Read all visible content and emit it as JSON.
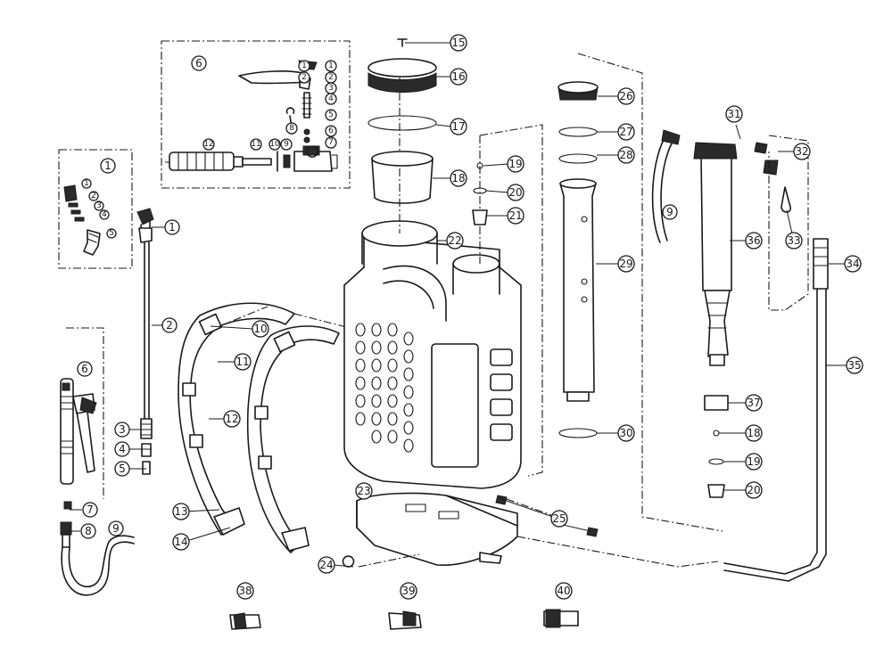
{
  "callouts": {
    "n1": "1",
    "n2": "2",
    "n3": "3",
    "n4": "4",
    "n5": "5",
    "n6": "6",
    "n7": "7",
    "n8": "8",
    "n9": "9",
    "n10": "10",
    "n11": "11",
    "n12": "12",
    "n13": "13",
    "n14": "14",
    "n15": "15",
    "n16": "16",
    "n17": "17",
    "n18": "18",
    "n19": "19",
    "n20": "20",
    "n21": "21",
    "n22": "22",
    "n23": "23",
    "n24": "24",
    "n25": "25",
    "n26": "26",
    "n27": "27",
    "n28": "28",
    "n29": "29",
    "n30": "30",
    "n31": "31",
    "n32": "32",
    "n33": "33",
    "n34": "34",
    "n35": "35",
    "n36": "36",
    "n37": "37",
    "n38": "38",
    "n39": "39",
    "n40": "40"
  }
}
